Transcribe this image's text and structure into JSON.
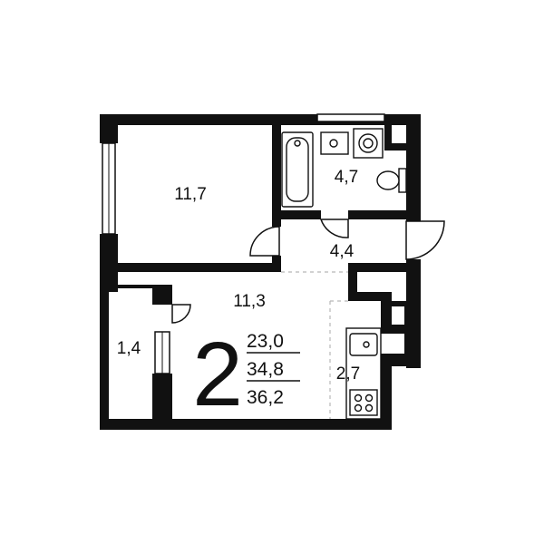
{
  "plan": {
    "rooms": [
      {
        "id": "bedroom",
        "area": "11,7"
      },
      {
        "id": "bathroom",
        "area": "4,7"
      },
      {
        "id": "hallway",
        "area": "4,4"
      },
      {
        "id": "living",
        "area": "11,3"
      },
      {
        "id": "balcony",
        "area": "1,4"
      },
      {
        "id": "kitchen",
        "area": "2,7"
      }
    ],
    "room_count": "2",
    "areas": {
      "living": "23,0",
      "total": "34,8",
      "with_balcony": "36,2"
    },
    "colors": {
      "wall": "#111111",
      "background": "#ffffff",
      "dashed_divider": "#b8b8b8"
    }
  }
}
